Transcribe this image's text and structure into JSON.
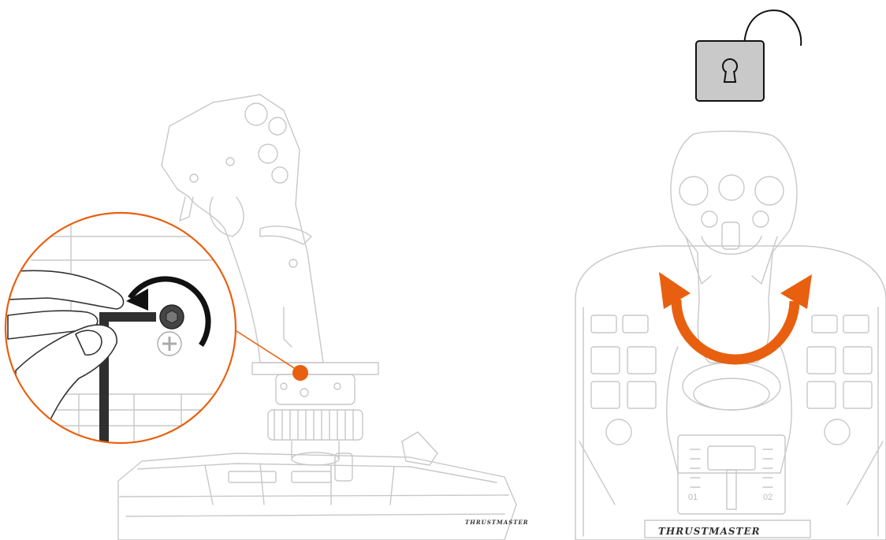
{
  "instructions": {
    "left_step": {
      "brand": "THRUSTMASTER",
      "icons": [
        "allen-key-icon",
        "counterclockwise-arrow-icon",
        "screw-icon",
        "callout-dot-icon"
      ]
    },
    "right_step": {
      "brand": "THRUSTMASTER",
      "slider_labels": [
        "01",
        "02"
      ],
      "icons": [
        "unlocked-padlock-icon",
        "rotation-arrows-icon"
      ]
    }
  },
  "colors": {
    "accent": "#e8600f",
    "outline": "#c8c8c8",
    "key": "#2f2f2f",
    "lock_fill": "#c9c9c9"
  }
}
